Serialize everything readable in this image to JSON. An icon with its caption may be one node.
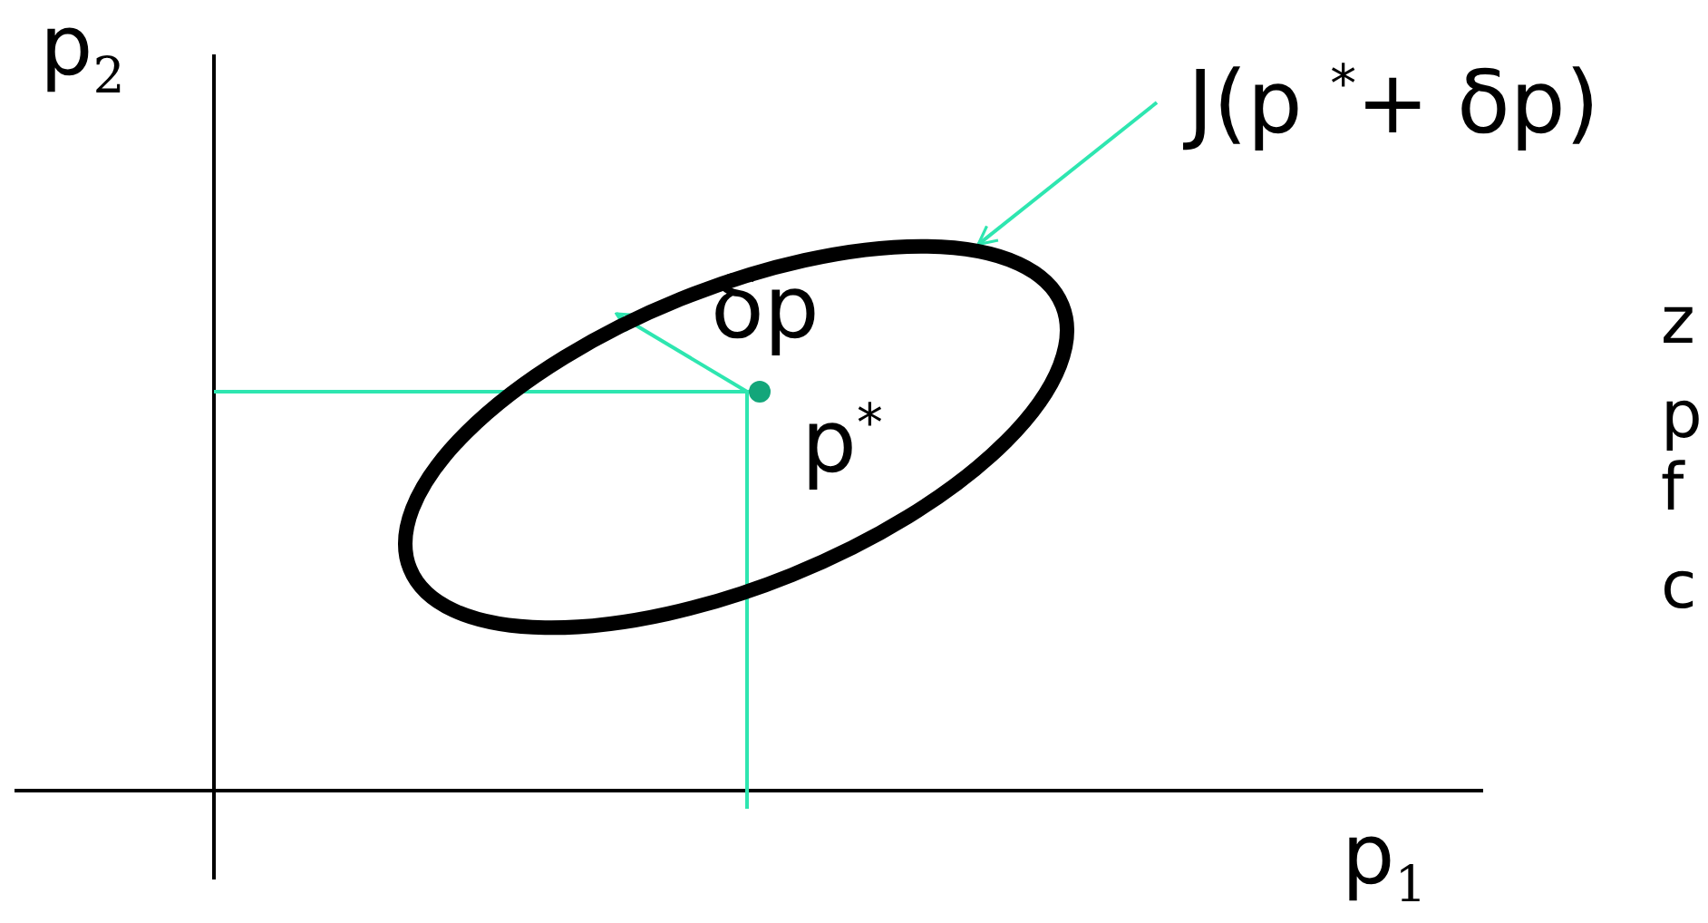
{
  "diagram": {
    "nodes": [
      {
        "text": [
          "J(p $^{*}$+ δp)"
        ]
      },
      {
        "text": [],
        "shape": "ellipse"
      },
      {
        "text": [],
        "shape": "circle",
        "beside": [
          "p$^{*}$"
        ],
        "in": 1
      }
    ],
    "edges": [
      {
        "from": 0,
        "to": 1,
        "arrow": "to",
        "color": "#2ee6b0"
      }
    ],
    "labels": [
      "p$_{2}$",
      "δp",
      "z",
      "p",
      "f",
      "c",
      "p$_{1}$"
    ]
  }
}
